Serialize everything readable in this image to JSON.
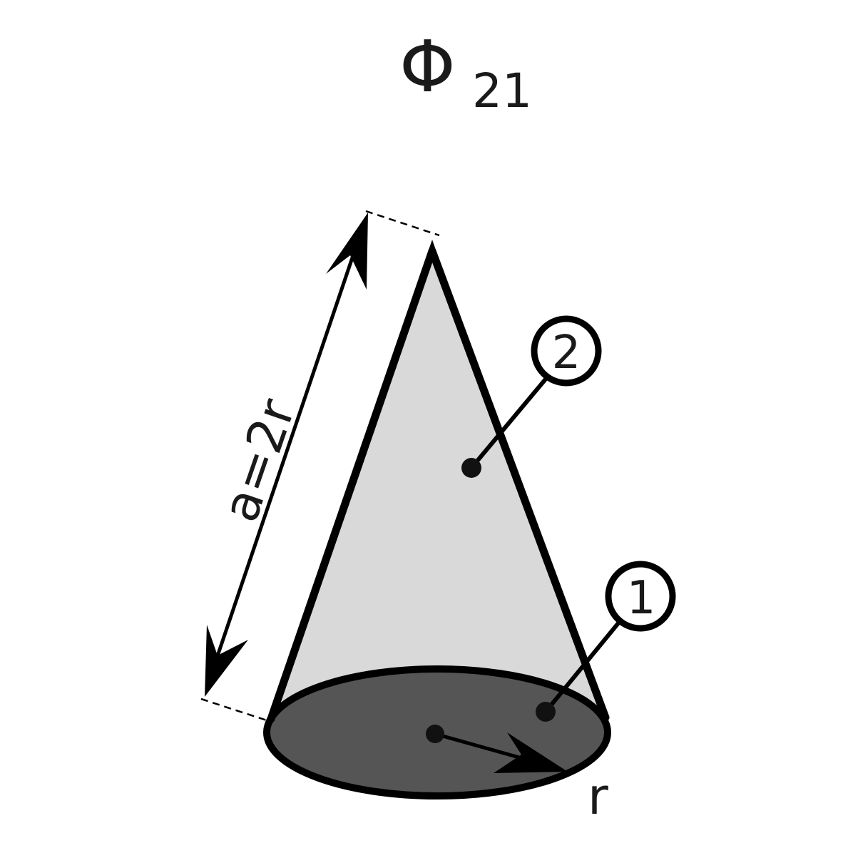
{
  "title": {
    "symbol": "Φ",
    "subscript": "21"
  },
  "labels": {
    "slant_height": "a=2r",
    "radius": "r",
    "surface_base": "1",
    "surface_lateral": "2"
  },
  "colors": {
    "stroke": "#000000",
    "lateral_fill": "#d9d9d9",
    "base_fill": "#555555",
    "text": "#1a1a1a"
  }
}
